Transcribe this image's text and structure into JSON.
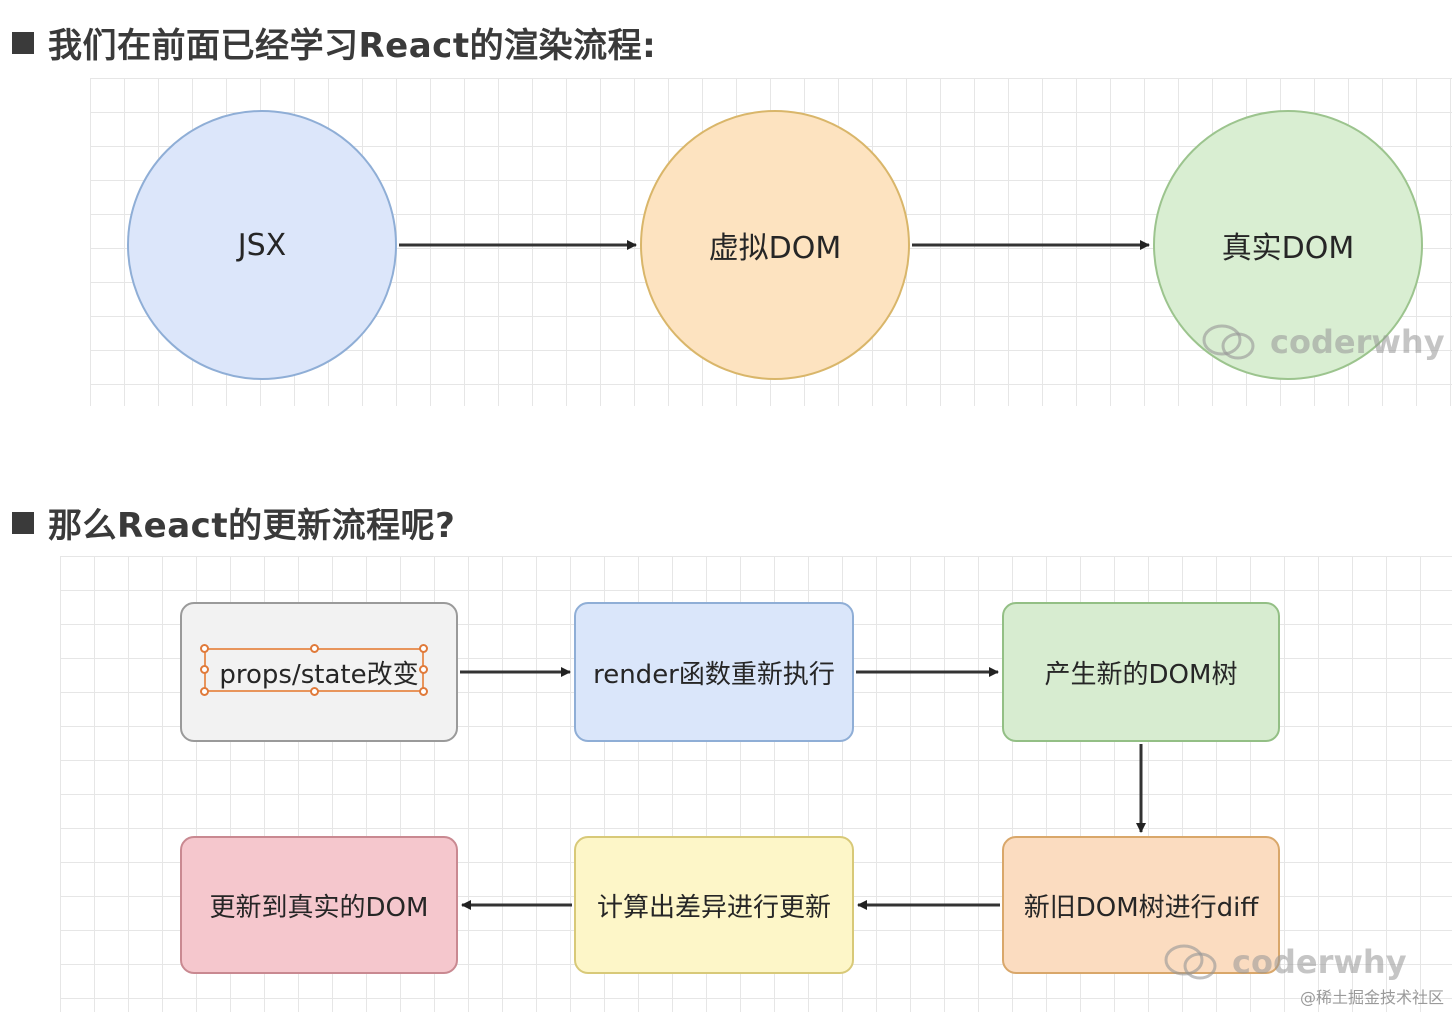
{
  "section1": {
    "heading": "我们在前面已经学习React的渲染流程:"
  },
  "section2": {
    "heading": "那么React的更新流程呢?"
  },
  "render_flow": {
    "nodes": [
      {
        "id": "jsx",
        "label": "JSX",
        "fill": "#dce6fa",
        "stroke": "#8faed6"
      },
      {
        "id": "vdom",
        "label": "虚拟DOM",
        "fill": "#fde3c0",
        "stroke": "#d9b66a"
      },
      {
        "id": "rdom",
        "label": "真实DOM",
        "fill": "#d9eed2",
        "stroke": "#9cc48e"
      }
    ]
  },
  "update_flow": {
    "nodes": [
      {
        "id": "props",
        "label": "props/state改变",
        "fill": "#f2f2f2",
        "stroke": "#9a9a9a"
      },
      {
        "id": "render",
        "label": "render函数重新执行",
        "fill": "#dae6fa",
        "stroke": "#8faed6"
      },
      {
        "id": "newtree",
        "label": "产生新的DOM树",
        "fill": "#d7ecd0",
        "stroke": "#93bf85"
      },
      {
        "id": "diff",
        "label": "新旧DOM树进行diff",
        "fill": "#fbdcc0",
        "stroke": "#d9a76a"
      },
      {
        "id": "calc",
        "label": "计算出差异进行更新",
        "fill": "#fdf6c8",
        "stroke": "#d8c978"
      },
      {
        "id": "update",
        "label": "更新到真实的DOM",
        "fill": "#f5c7cd",
        "stroke": "#c98991"
      }
    ]
  },
  "watermarks": {
    "label": "coderwhy"
  },
  "footer": {
    "text": "@稀土掘金技术社区"
  }
}
